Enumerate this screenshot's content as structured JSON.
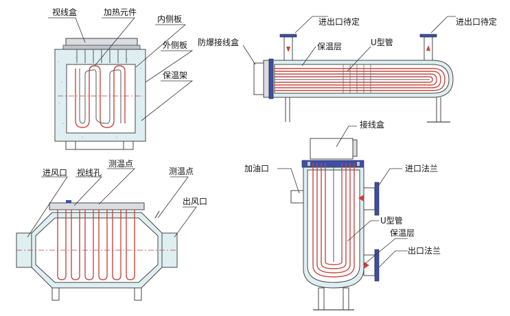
{
  "colors": {
    "housing_fill": "#dfeff1",
    "heating_tube": "#c9473f",
    "flange_blue": "#3c4ea8",
    "centerline": "#c43b3b",
    "label_text": "#111111"
  },
  "box_heater": {
    "labels": {
      "sight_box": "视线盒",
      "heating_element": "加热元件",
      "inner_plate": "内侧板",
      "outer_plate": "外侧板",
      "insulation_frame": "保温架"
    }
  },
  "horizontal_tank": {
    "labels": {
      "inlet_outlet_left": "进出口待定",
      "inlet_outlet_right": "进出口待定",
      "explosion_proof_box": "防爆接线盒",
      "insulation_layer": "保温层",
      "u_tube": "U型管"
    }
  },
  "air_duct_heater": {
    "labels": {
      "air_inlet": "进风口",
      "sight_hole": "视线孔",
      "temp_point_1": "测温点",
      "temp_point_2": "测温点",
      "air_outlet": "出风口"
    }
  },
  "vertical_tank": {
    "labels": {
      "junction_box": "接线盒",
      "oil_fill_port": "加油口",
      "inlet_flange": "进口法兰",
      "u_tube": "U型管",
      "insulation_layer": "保温层",
      "outlet_flange": "出口法兰"
    }
  }
}
